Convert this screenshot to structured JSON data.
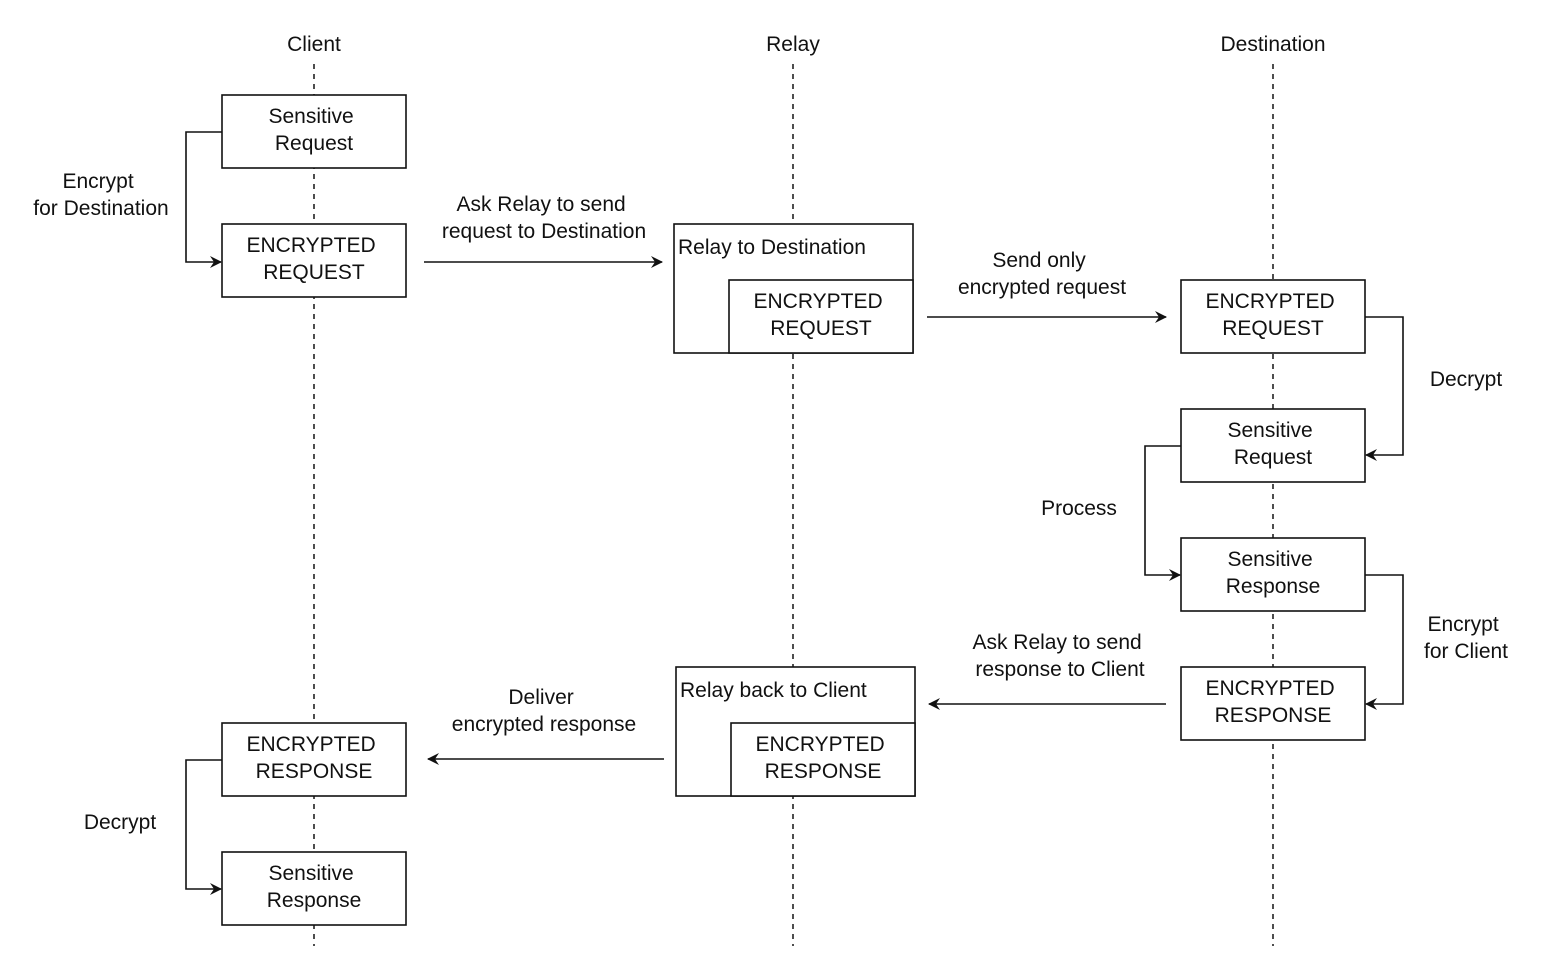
{
  "lanes": {
    "client": "Client",
    "relay": "Relay",
    "destination": "Destination"
  },
  "boxes": {
    "client_sensitive_request": [
      "Sensitive",
      "Request"
    ],
    "client_encrypted_request": [
      "ENCRYPTED",
      "REQUEST"
    ],
    "relay_outbound_title": "Relay to Destination",
    "relay_outbound_inner": [
      "ENCRYPTED",
      "REQUEST"
    ],
    "dest_encrypted_request": [
      "ENCRYPTED",
      "REQUEST"
    ],
    "dest_sensitive_request": [
      "Sensitive",
      "Request"
    ],
    "dest_sensitive_response": [
      "Sensitive",
      "Response"
    ],
    "dest_encrypted_response": [
      "ENCRYPTED",
      "RESPONSE"
    ],
    "relay_return_title": "Relay back to Client",
    "relay_return_inner": [
      "ENCRYPTED",
      "RESPONSE"
    ],
    "client_encrypted_response": [
      "ENCRYPTED",
      "RESPONSE"
    ],
    "client_sensitive_response": [
      "Sensitive",
      "Response"
    ]
  },
  "labels": {
    "encrypt_for_destination": [
      "Encrypt",
      "for Destination"
    ],
    "ask_relay_request": [
      "Ask Relay to send",
      "request to Destination"
    ],
    "send_only_encrypted": [
      "Send only",
      "encrypted request"
    ],
    "dest_decrypt": "Decrypt",
    "process": "Process",
    "encrypt_for_client": [
      "Encrypt",
      "for Client"
    ],
    "ask_relay_response": [
      "Ask Relay to send",
      "response to Client"
    ],
    "deliver_encrypted": [
      "Deliver",
      "encrypted response"
    ],
    "client_decrypt": "Decrypt"
  }
}
